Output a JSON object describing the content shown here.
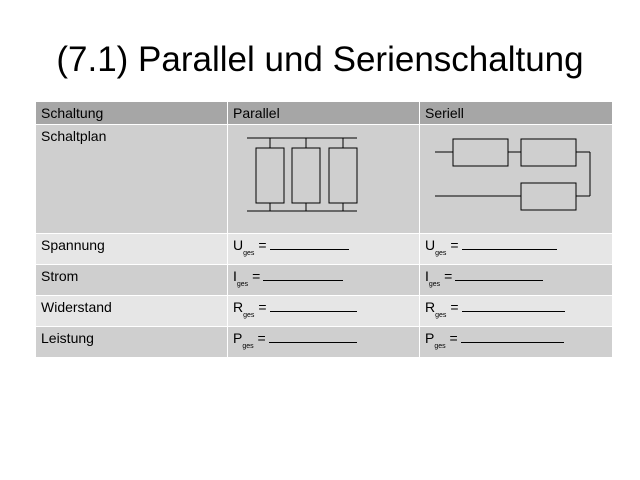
{
  "title": "(7.1) Parallel und Serienschaltung",
  "table": {
    "headers": [
      "Schaltung",
      "Parallel",
      "Seriell"
    ],
    "circuit_row_label": "Schaltplan",
    "rows": [
      {
        "label": "Spannung",
        "parallel": {
          "symbol": "U",
          "sub": "ges",
          "eq": "="
        },
        "seriell": {
          "symbol": "U",
          "sub": "ges",
          "eq": "="
        }
      },
      {
        "label": "Strom",
        "parallel": {
          "symbol": "I",
          "sub": "ges",
          "eq": "="
        },
        "seriell": {
          "symbol": "I",
          "sub": "ges",
          "eq": "="
        }
      },
      {
        "label": "Widerstand",
        "parallel": {
          "symbol": "R",
          "sub": "ges",
          "eq": "="
        },
        "seriell": {
          "symbol": "R",
          "sub": "ges",
          "eq": "="
        }
      },
      {
        "label": "Leistung",
        "parallel": {
          "symbol": "P",
          "sub": "ges",
          "eq": "="
        },
        "seriell": {
          "symbol": "P",
          "sub": "ges",
          "eq": "="
        }
      }
    ]
  }
}
